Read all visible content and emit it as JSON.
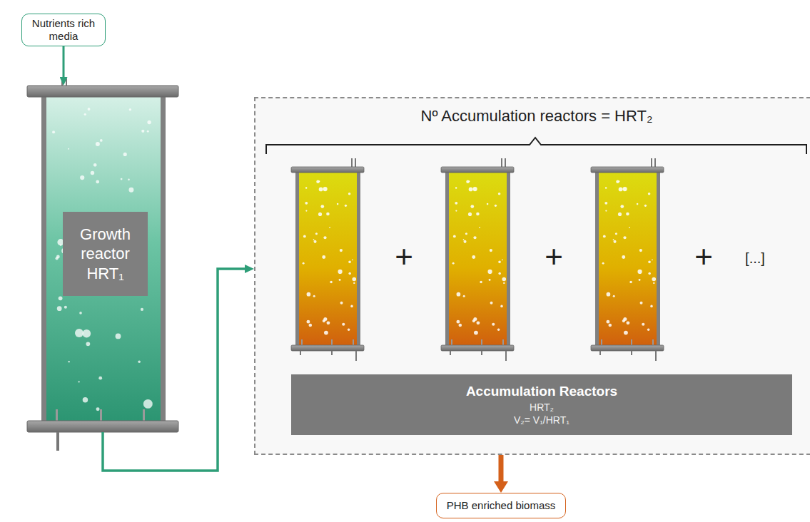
{
  "diagram": {
    "nodes": [
      {
        "text": [
          "Nutrients rich media"
        ]
      },
      {
        "text": [
          "Growth reactor HRT₁"
        ]
      },
      {
        "text": [
          "Nº Accumulation reactors = HRT₂"
        ]
      },
      {
        "text": [
          "Accumulation Reactors",
          "HRT₂",
          "V₂= V₁/HRT₁"
        ],
        "in": 2
      },
      {
        "text": [
          "PHB enriched biomass"
        ]
      }
    ],
    "edges": [
      {
        "from": 0,
        "to": 1,
        "arrow": "to"
      },
      {
        "from": 1,
        "to": 2,
        "arrow": "to"
      },
      {
        "from": 2,
        "to": 4,
        "arrow": "to"
      }
    ],
    "labels": [
      "+",
      "+",
      "+",
      "[...]"
    ]
  }
}
